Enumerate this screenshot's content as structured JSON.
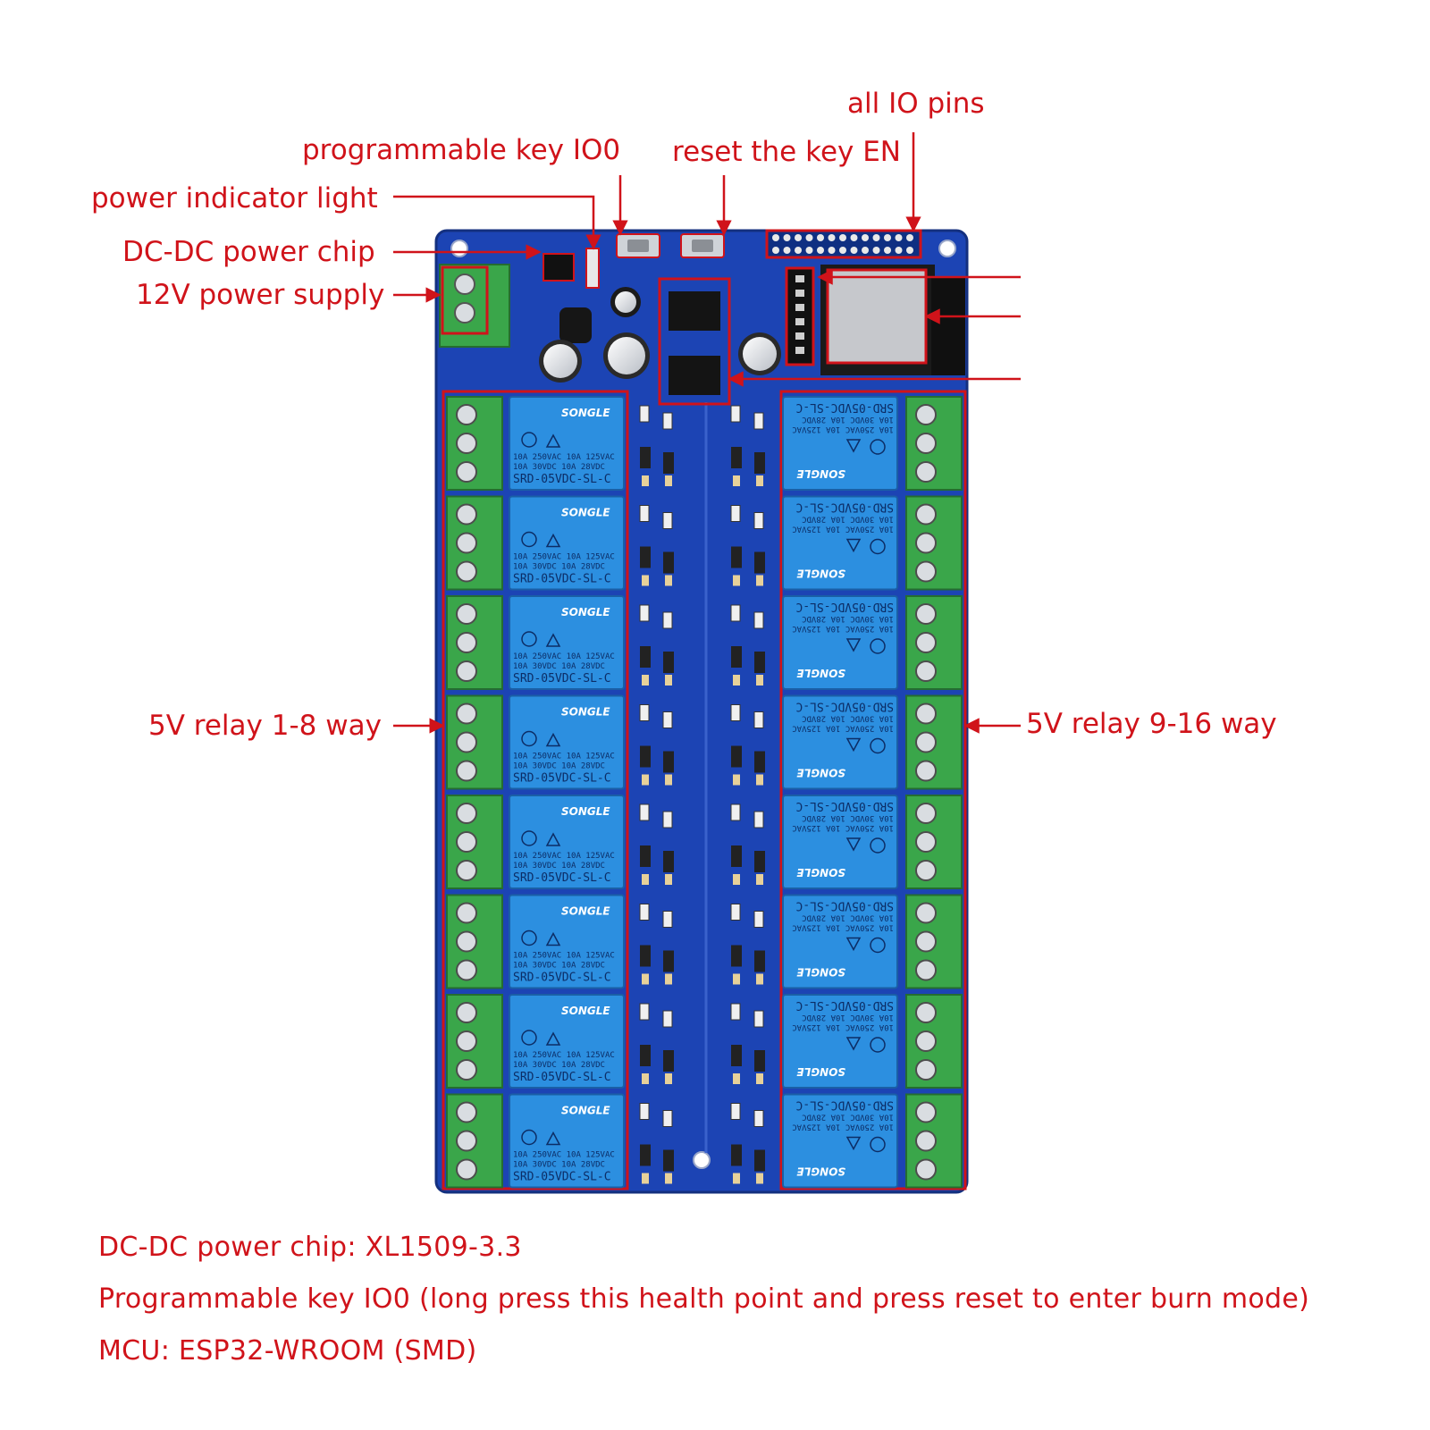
{
  "callouts": {
    "all_io_pins": "all IO pins",
    "programmable_key": "programmable key IO0",
    "reset_key": "reset the key EN",
    "power_light": "power indicator light",
    "dcdc_chip": "DC-DC power chip",
    "power_supply": "12V power supply",
    "relays_left": "5V relay 1-8 way",
    "relays_right": "5V relay 9-16 way"
  },
  "notes": {
    "chip": "DC-DC power chip: XL1509-3.3",
    "key": "Programmable key IO0 (long press this health point and press reset to enter burn mode)",
    "mcu": "MCU: ESP32-WROOM (SMD)"
  },
  "relay": {
    "brand": "SONGLE",
    "rating_1": "10A 250VAC  10A 125VAC",
    "rating_2": "10A  30VDC  10A  28VDC",
    "model": "SRD-05VDC-SL-C",
    "count_per_side": 8
  },
  "board": {
    "pcb_color": "#1c44b4",
    "relay_color": "#2c8fe0",
    "terminal_color": "#3aa64a",
    "callout_color": "#d0131a"
  }
}
